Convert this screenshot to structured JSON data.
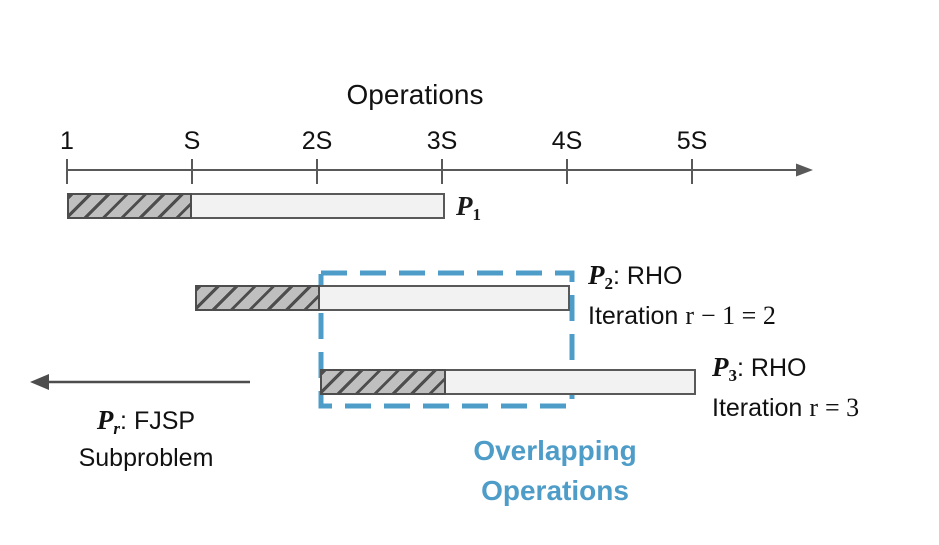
{
  "title": "Operations",
  "axis": {
    "ticks": [
      "1",
      "S",
      "2S",
      "3S",
      "4S",
      "5S"
    ]
  },
  "bars": {
    "p1": {
      "name": "P",
      "sub": "1"
    },
    "p2": {
      "name": "P",
      "sub": "2",
      "rest": ": RHO",
      "line2_prefix": "Iteration",
      "line2_var": "r",
      "line2_rest": "− 1 = 2"
    },
    "p3": {
      "name": "P",
      "sub": "3",
      "rest": ": RHO",
      "line2_prefix": "Iteration",
      "line2_var": "r",
      "line2_rest": "= 3"
    }
  },
  "legend": {
    "pr": {
      "name": "P",
      "sub": "r",
      "rest": ": FJSP",
      "line2": "Subproblem"
    }
  },
  "overlap": {
    "line1": "Overlapping",
    "line2": "Operations"
  },
  "colors": {
    "accent_blue": "#4E9CC8",
    "axis_gray": "#595959",
    "bar_border": "#4D4D4D",
    "bar_fill": "#F2F2F2",
    "hatch_bg": "#BFBFBF"
  }
}
